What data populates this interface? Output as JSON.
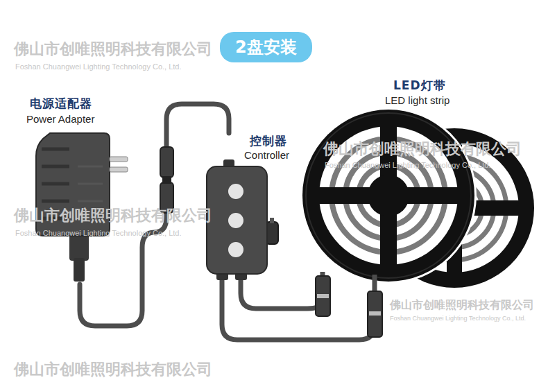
{
  "diagram": {
    "title": "2盘安装",
    "nodes": [
      {
        "text": [
          "2盘安装"
        ]
      },
      {
        "text": [
          "电源适配器",
          "Power Adapter"
        ]
      },
      {
        "text": [
          "控制器",
          "Controller"
        ]
      },
      {
        "text": [
          "LED灯带",
          "LED light strip"
        ]
      }
    ],
    "edges": [
      {
        "from": 1,
        "to": 2,
        "arrow": "none"
      },
      {
        "from": 2,
        "to": 3,
        "arrow": "none"
      },
      {
        "from": 2,
        "to": 3,
        "arrow": "none"
      }
    ],
    "labels": [
      "佛山市创唯照明科技有限公司",
      "Foshan Chuangwei Lighting Technology Co., Ltd.",
      "佛山市创唯照明科技有限公司",
      "Foshan Chuangwei Lighting Technology Co., Ltd.",
      "佛山市创唯照明科技有限公司",
      "Foshan Chuangwei Lighting Technology Co., Ltd.",
      "佛山市创唯照明科技有限公司",
      "Foshan Chuangwei Lighting Technology Co., Ltd.",
      "佛山市创唯照明科技有限公司"
    ]
  }
}
